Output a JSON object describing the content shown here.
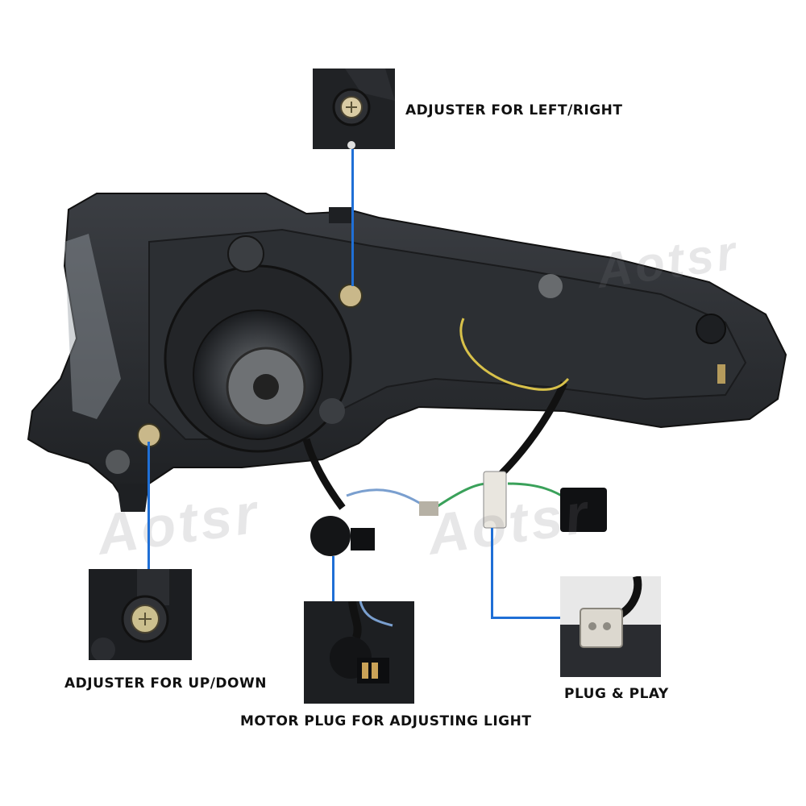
{
  "labels": {
    "left_right": "ADJUSTER FOR LEFT/RIGHT",
    "up_down": "ADJUSTER FOR UP/DOWN",
    "motor_plug": "MOTOR PLUG FOR ADJUSTING LIGHT",
    "plug_play": "PLUG & PLAY"
  },
  "watermark": "Aotsr",
  "colors": {
    "callout_line": "#1f6fd6",
    "housing": "#2a2d31",
    "background": "#ffffff"
  }
}
